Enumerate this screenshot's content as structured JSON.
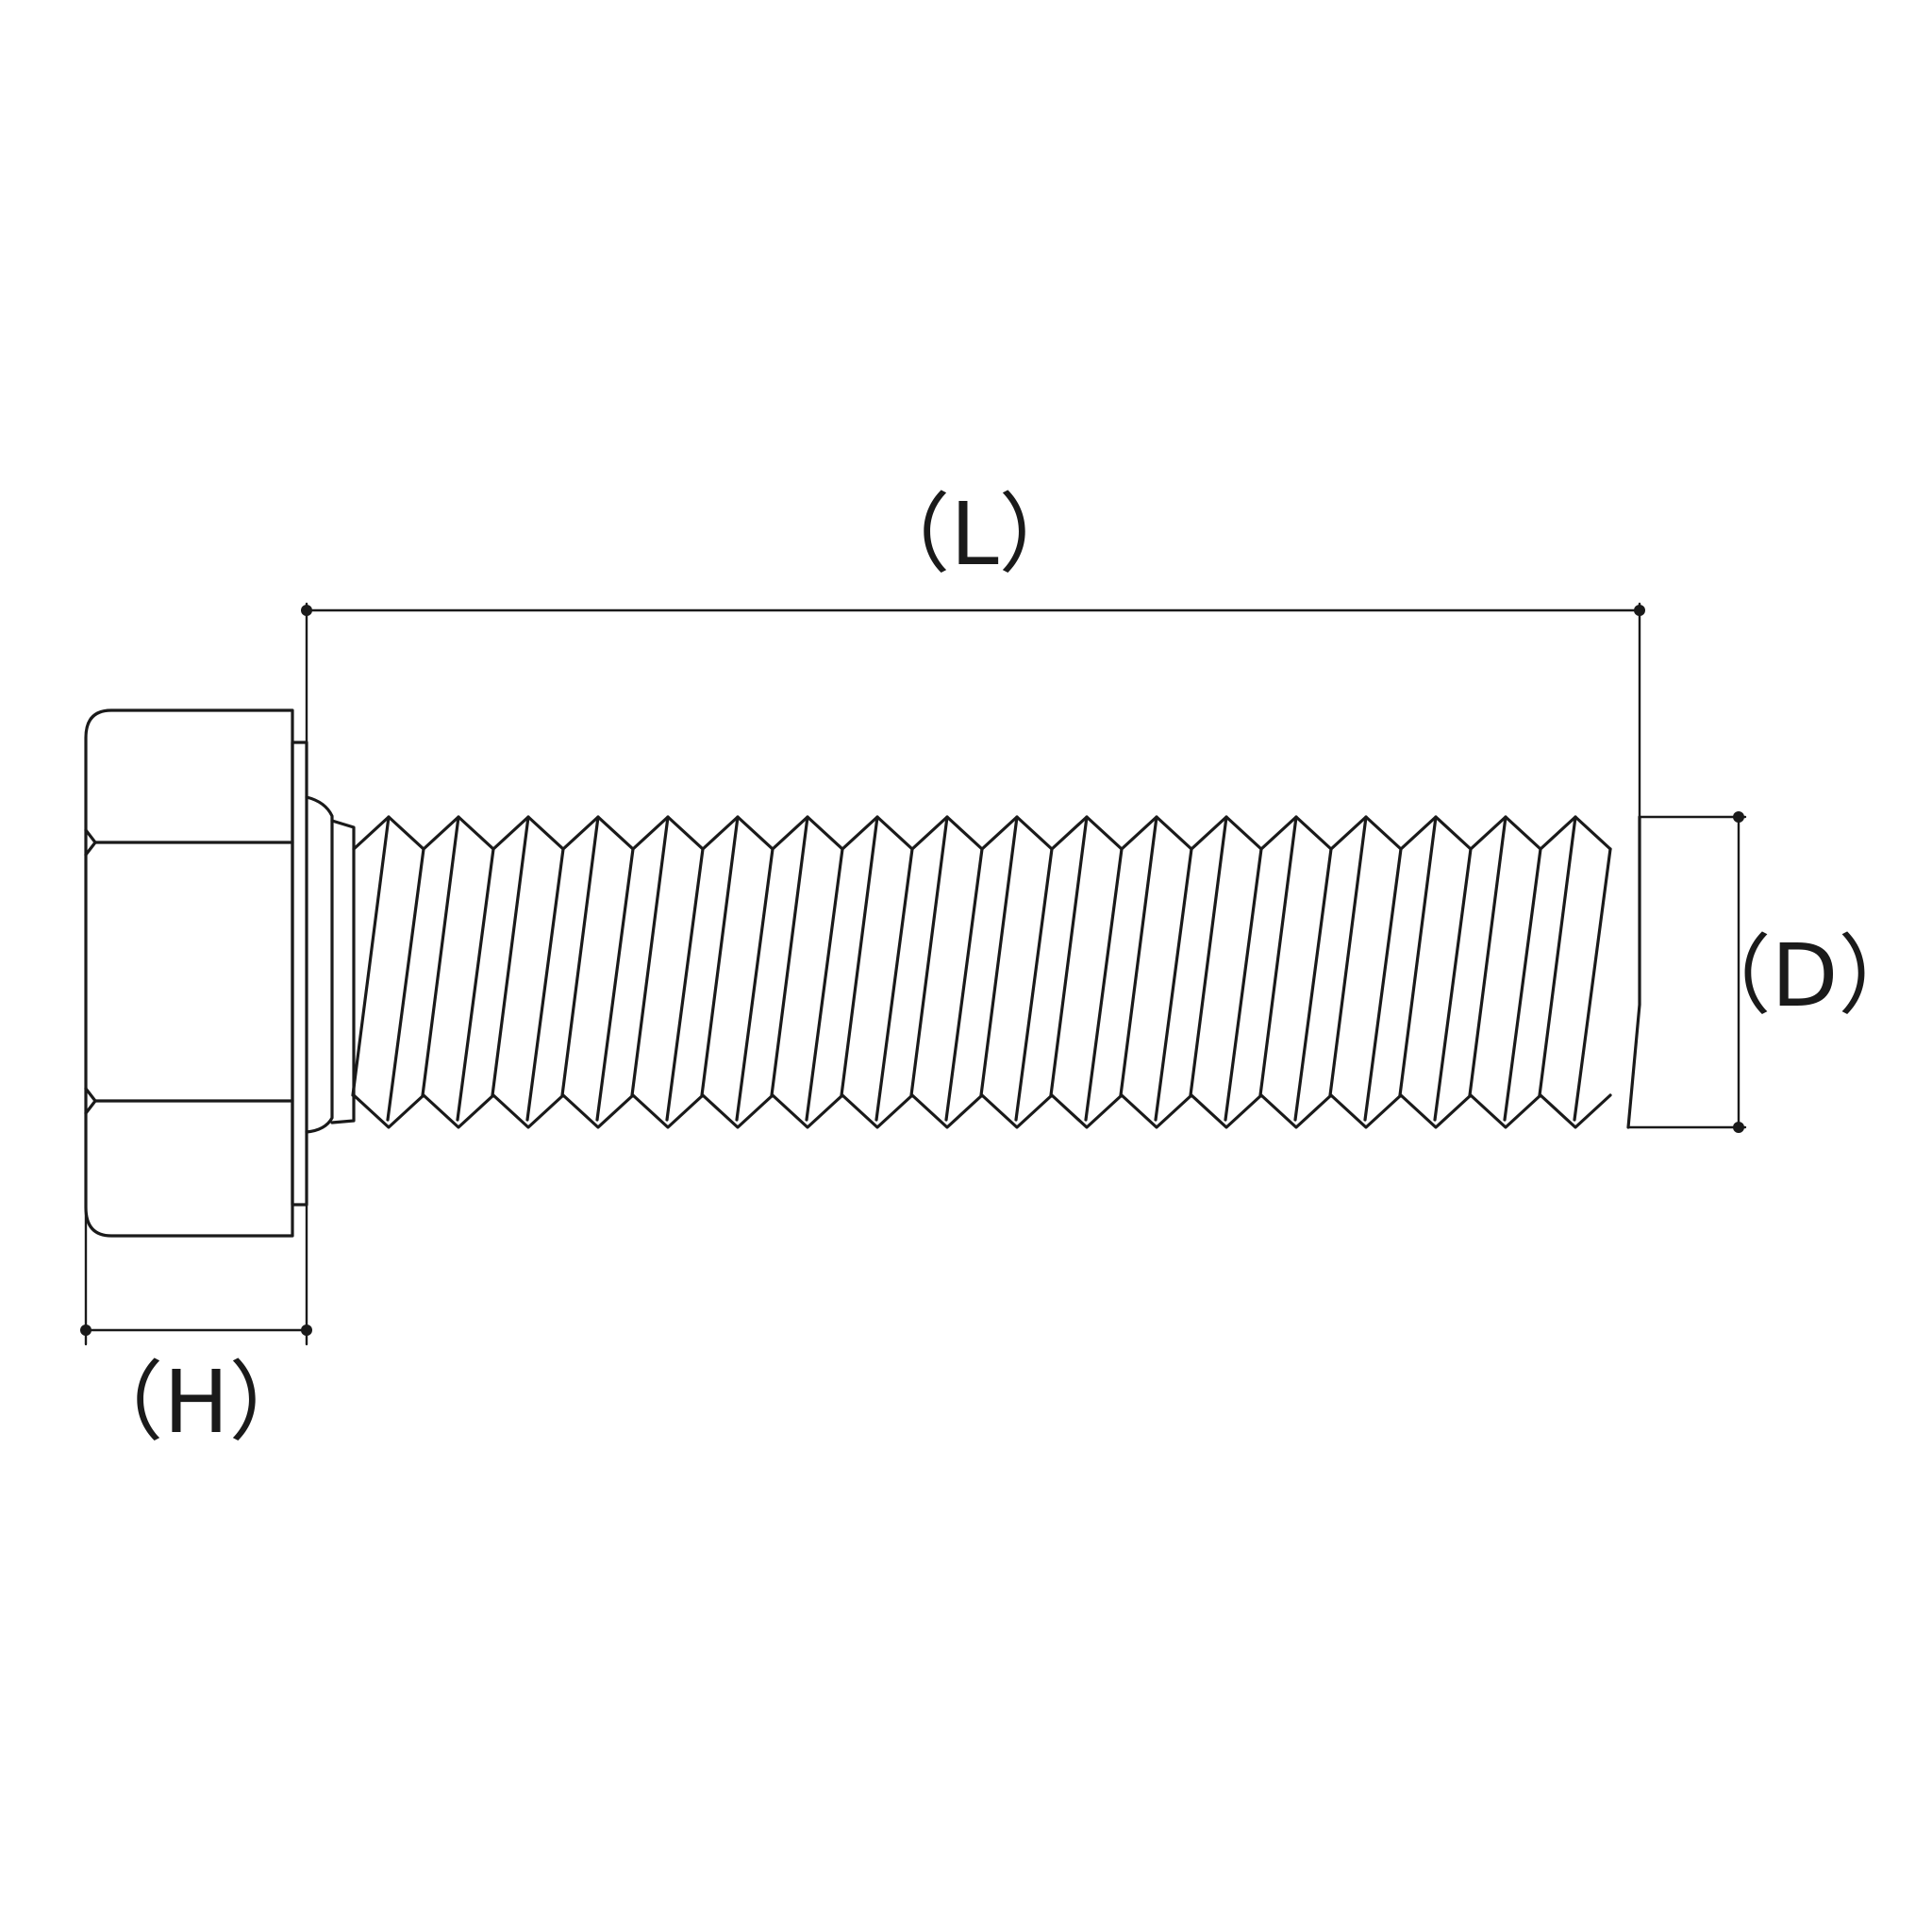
{
  "labels": {
    "length": "（L）",
    "diameter": "（D）",
    "head_height": "（H）"
  },
  "icons": {
    "bolt": "hex-bolt-side-view-icon"
  },
  "colors": {
    "line": "#1a1a1a",
    "background": "#ffffff"
  }
}
